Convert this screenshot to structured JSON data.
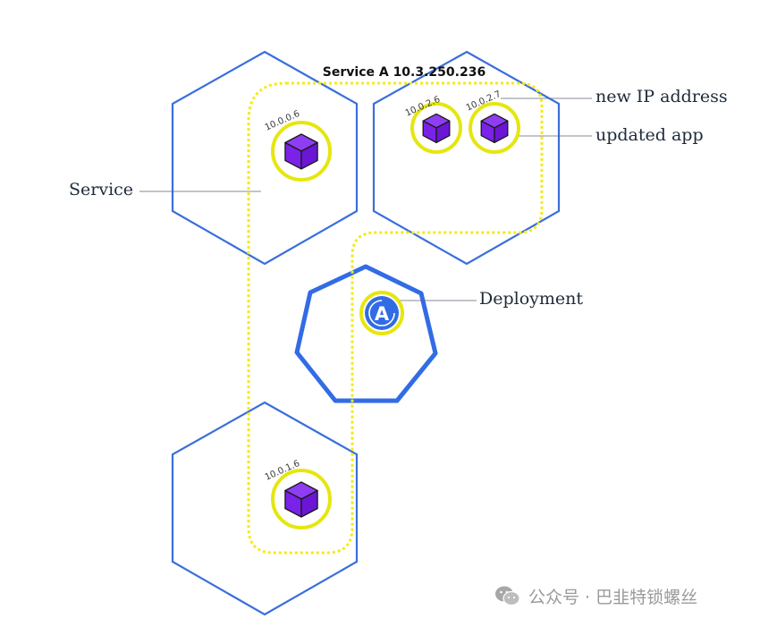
{
  "diagram": {
    "service_title": "Service A 10.3.250.236",
    "callouts": {
      "service": "Service",
      "new_ip": "new IP address",
      "updated_app": "updated app",
      "deployment": "Deployment"
    },
    "pods": [
      {
        "id": "pod-1",
        "ip": "10.0.0.6"
      },
      {
        "id": "pod-2",
        "ip": "10.0.2.6"
      },
      {
        "id": "pod-3",
        "ip": "10.0.2.7"
      },
      {
        "id": "pod-4",
        "ip": "10.0.1.6"
      }
    ],
    "deployment_symbol": "A",
    "colors": {
      "node_border": "#3a6fdc",
      "deployment_border": "#326ce5",
      "service_line": "#f5ea14",
      "pod_ring": "#e6e60f",
      "pod_cube": "#7b22e8",
      "text": "#1e2a3a",
      "watermark": "#9a9a9a"
    }
  },
  "watermark": {
    "icon": "wechat-icon",
    "text": "公众号 · 巴韭特锁螺丝"
  }
}
